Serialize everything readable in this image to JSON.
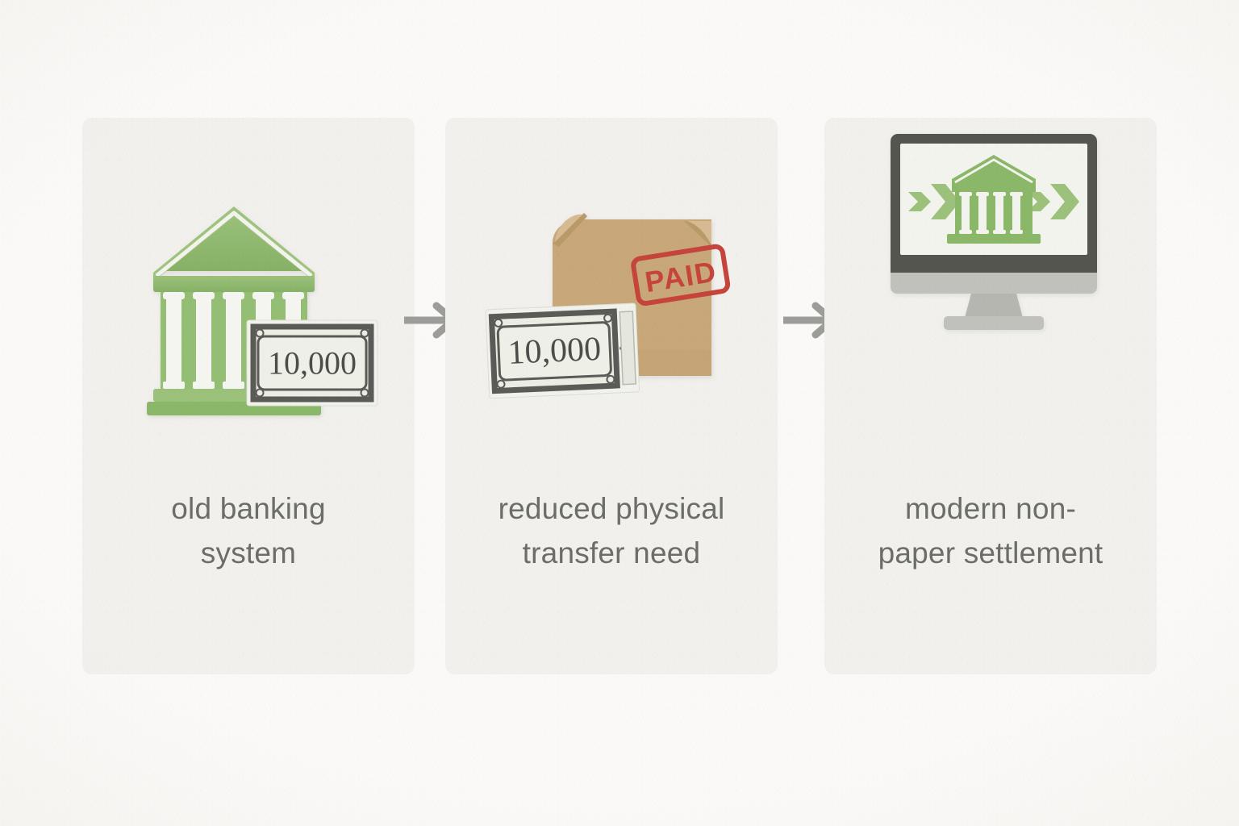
{
  "background": {
    "page_color": "#fbfaf8",
    "panel_color": "#f2f1ed"
  },
  "palette": {
    "green": "#8fb96e",
    "green_dark": "#7ba85c",
    "green_light": "#a9c98c",
    "envelope_tan": "#c9a87a",
    "envelope_tan_dark": "#b8945f",
    "stamp_red": "#c6453c",
    "monitor_frame": "#565651",
    "monitor_stand": "#b7b7b2",
    "note_border": "#5b5b58",
    "note_paper": "#eceee5",
    "caption_gray": "#6d6d6a",
    "arrow_gray": "#9d9d9a"
  },
  "diagram": {
    "type": "three-step-flow",
    "steps": [
      {
        "id": "step-old-banking",
        "caption": "old banking\nsystem",
        "caption_lines": [
          "old banking",
          "system"
        ],
        "illustration": "bank-building-with-banknote",
        "banknote_value": "10,000"
      },
      {
        "id": "step-reduced-transfer",
        "caption": "reduced physical\ntransfer need",
        "caption_lines": [
          "reduced physical",
          "transfer need"
        ],
        "illustration": "envelope-with-paid-stamp-and-banknote",
        "banknote_value": "10,000",
        "stamp_text": "PAID"
      },
      {
        "id": "step-modern-settlement",
        "caption": "modern non-\npaper settlement",
        "caption_lines": [
          "modern non-",
          "paper settlement"
        ],
        "illustration": "monitor-with-bank-and-transfer-arrows"
      }
    ],
    "connectors": [
      {
        "id": "connector-1",
        "icon": "arrow-right-icon"
      },
      {
        "id": "connector-2",
        "icon": "arrow-right-icon"
      }
    ]
  }
}
